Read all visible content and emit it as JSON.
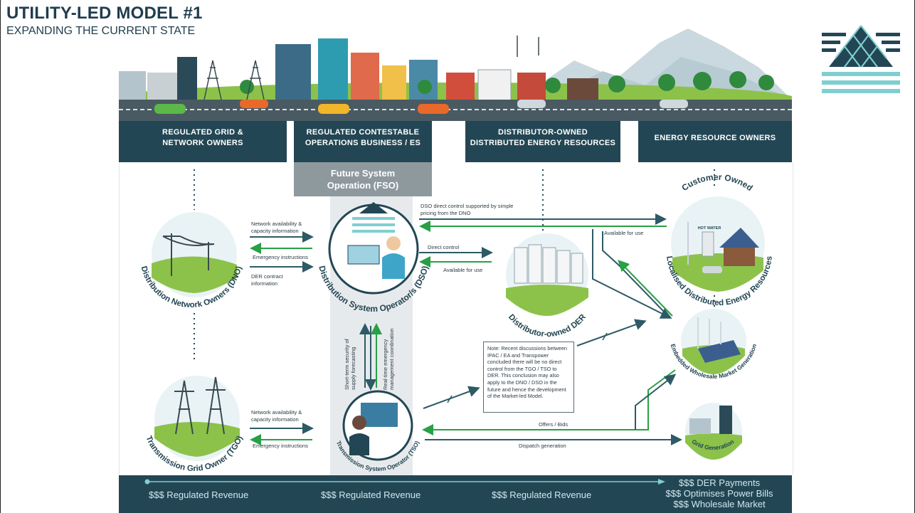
{
  "page": {
    "title": "UTILITY-LED MODEL #1",
    "subtitle": "EXPANDING THE CURRENT STATE"
  },
  "columns": [
    {
      "line1": "REGULATED GRID &",
      "line2": "NETWORK OWNERS"
    },
    {
      "line1": "REGULATED CONTESTABLE",
      "line2": "OPERATIONS BUSINESS / ES"
    },
    {
      "line1": "DISTRIBUTOR-OWNED",
      "line2": "DISTRIBUTED ENERGY RESOURCES"
    },
    {
      "line1": "ENERGY RESOURCE OWNERS",
      "line2": ""
    }
  ],
  "fso": {
    "line1": "Future System",
    "line2": "Operation (FSO)"
  },
  "nodes": {
    "dno": "Distribution Network Owners (DNO)",
    "tgo": "Transmission Grid Owner (TGO)",
    "dso": "Distribution System Operator/s (DSO)",
    "tso": "Transmission System Operator (TSO)",
    "der": "Distributor-owned DER",
    "customer_top": "Customer Owned",
    "customer_bottom": "Localised Distributed Energy Resources",
    "hot_water": "HOT WATER",
    "embedded": "Embedded Wholesale Market Generation",
    "grid_gen": "Grid Generation"
  },
  "labels": {
    "net_avail_1": "Network availability &",
    "net_avail_2": "capacity information",
    "emergency_1": "Emergency instructions",
    "der_contract_1": "DER contract",
    "der_contract_2": "information",
    "net_avail_tgo_1": "Network availability &",
    "net_avail_tgo_2": "capacity information",
    "emergency_tgo": "Emergency instructions",
    "dso_direct_1": "DSO direct control supported by simple",
    "dso_direct_2": "pricing from the DNO",
    "available_use_cust": "Available for use",
    "direct_control": "Direct control",
    "available_use_der": "Available for use",
    "short_term_1": "Short-term security of",
    "short_term_2": "supply forecasting",
    "realtime_1": "Real-time emergency",
    "realtime_2": "management coordination",
    "offers_bids": "Offers / Bids",
    "dispatch": "Dispatch generation"
  },
  "note": "Note: Recent discussions between IPAC / EA and Transpower concluded there will be no direct control from the TGO / TSO to DER. This conclusion may also apply to the DNO / DSO in the future and hence the development of the Market-led Model.",
  "footer": {
    "rev1": "$$$ Regulated Revenue",
    "rev2": "$$$ Regulated Revenue",
    "rev3": "$$$ Regulated Revenue",
    "pay1": "$$$ DER Payments",
    "pay2": "$$$ Optimises Power Bills",
    "pay3": "$$$ Wholesale Market"
  },
  "colors": {
    "navy": "#234654",
    "teal": "#2e5a66",
    "green": "#27a046",
    "grey": "#8e999e",
    "aqua": "#7fcfd0"
  },
  "icons": [
    "logo-icon",
    "pylon-icon",
    "operator-icon",
    "battery-rack-icon",
    "house-solar-icon",
    "wind-solar-icon",
    "hydro-dam-icon"
  ]
}
